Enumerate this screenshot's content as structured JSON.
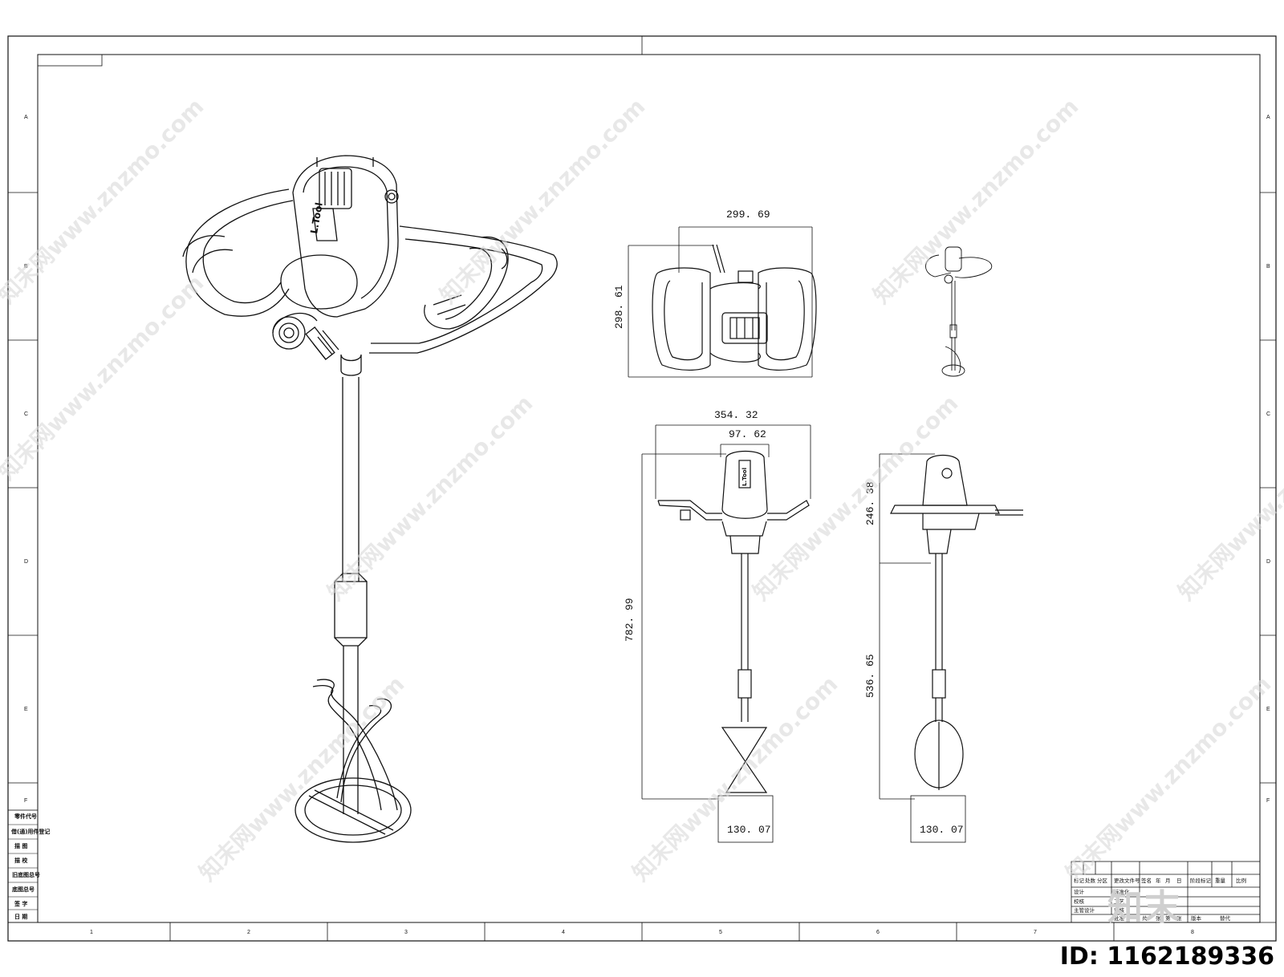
{
  "dimensions": {
    "top_width": "299. 69",
    "top_height": "298. 61",
    "front_width": "354. 32",
    "front_head_width": "97. 62",
    "front_total_height": "782. 99",
    "front_paddle_width": "130. 07",
    "side_head_height": "246. 38",
    "side_shaft_height": "536. 65",
    "side_paddle_width": "130. 07"
  },
  "brand_label": "L.Tool",
  "zones_left": [
    "A",
    "B",
    "C",
    "D",
    "E",
    "F"
  ],
  "zones_right": [
    "A",
    "B",
    "C",
    "D",
    "E",
    "F"
  ],
  "zones_bottom": [
    "1",
    "2",
    "3",
    "4",
    "5",
    "6",
    "7",
    "8"
  ],
  "left_table": [
    "零件代号",
    "借(通)用件登记",
    "描 图",
    "描 校",
    "旧底图总号",
    "底图总号",
    "签 字",
    "日 期"
  ],
  "title_block": {
    "row1": [
      "标记",
      "处数",
      "分区",
      "更改文件号",
      "签名",
      "年",
      "月",
      "日"
    ],
    "row1_right": [
      "阶段标记",
      "重量",
      "比例"
    ],
    "row2_left": "设计",
    "row2_mid": "标准化",
    "row3_left": "校核",
    "row3_mid": "工艺",
    "row4_left": "主管设计",
    "row4_mid": "审核",
    "row5_mid": "批准",
    "row5_right": [
      "共",
      "张",
      "第",
      "张"
    ],
    "row6": [
      "版本",
      "替代"
    ]
  },
  "watermark": "知末网www.znzmo.com",
  "brand_logo": "知末",
  "id_label": "ID: 1162189336"
}
